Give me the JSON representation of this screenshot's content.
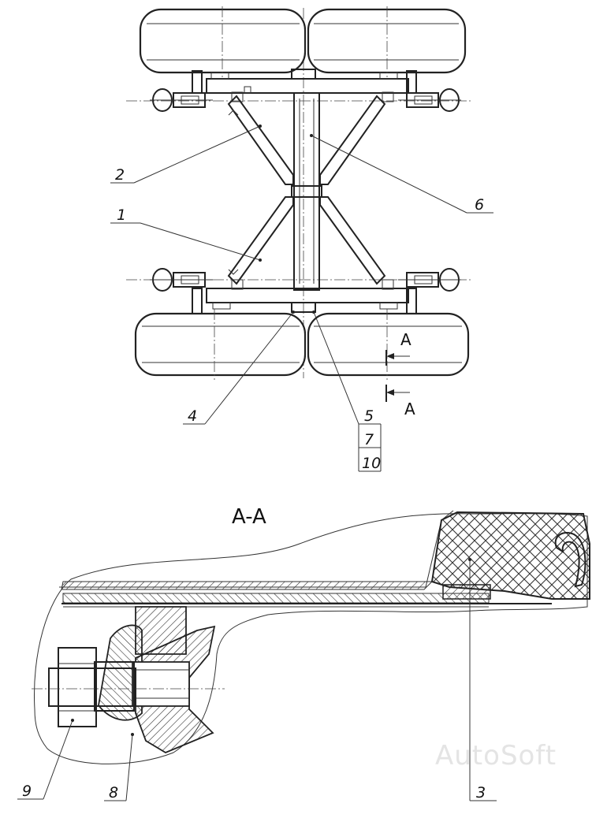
{
  "callouts": {
    "c1": "1",
    "c2": "2",
    "c3": "3",
    "c4": "4",
    "c5": "5",
    "c6": "6",
    "c7": "7",
    "c8": "8",
    "c9": "9",
    "c10": "10"
  },
  "section_marks": {
    "upper": "A",
    "lower": "A",
    "title": "A-A"
  },
  "watermark": "AutoSoft"
}
